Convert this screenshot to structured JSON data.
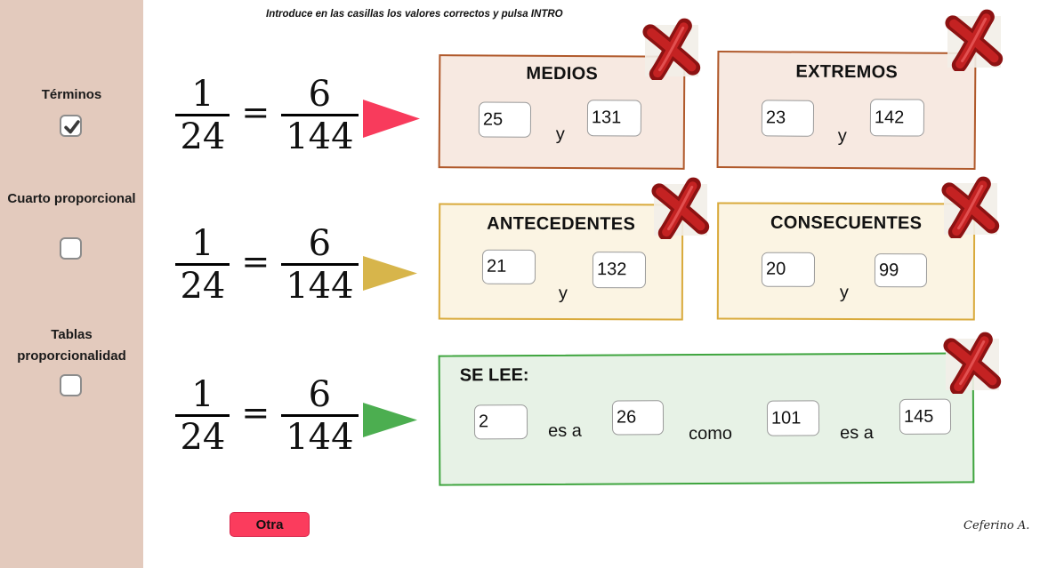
{
  "instruction": "Introduce en las casillas los valores correctos y pulsa INTRO",
  "sidebar": {
    "items": [
      {
        "label": "Términos",
        "checked": true
      },
      {
        "label": "Cuarto proporcional",
        "checked": false
      },
      {
        "label": "Tablas proporcionalidad",
        "checked": false
      }
    ]
  },
  "equation": {
    "num_left": "1",
    "den_left": "24",
    "eq": "=",
    "num_right": "6",
    "den_right": "144"
  },
  "boxes": {
    "medios": {
      "title": "MEDIOS",
      "value1": "25",
      "connector": "y",
      "value2": "131",
      "status": "incorrect"
    },
    "extremos": {
      "title": "EXTREMOS",
      "value1": "23",
      "connector": "y",
      "value2": "142",
      "status": "incorrect"
    },
    "antecedentes": {
      "title": "ANTECEDENTES",
      "value1": "21",
      "connector": "y",
      "value2": "132",
      "status": "incorrect"
    },
    "consecuentes": {
      "title": "CONSECUENTES",
      "value1": "20",
      "connector": "y",
      "value2": "99",
      "status": "incorrect"
    },
    "se_lee": {
      "title": "SE LEE:",
      "value1": "2",
      "connector1": "es a",
      "value2": "26",
      "connector2": "como",
      "value3": "101",
      "connector3": "es a",
      "value4": "145",
      "status": "incorrect"
    }
  },
  "otra_button_label": "Otra",
  "signature": "Ceferino A.",
  "colors": {
    "sidebar_bg": "#e3cabd",
    "terms_box_border": "#b0592b",
    "terms_box_bg": "#f7e9e1",
    "antecedentes_box_border": "#d9aa3c",
    "antecedentes_box_bg": "#fbf4e3",
    "se_lee_box_border": "#3fa53f",
    "se_lee_box_bg": "#e7f2e6",
    "arrow_row1": "#f83b5c",
    "arrow_row2": "#d7b54b",
    "arrow_row3": "#4cae50",
    "otra_button_bg": "#fb3c5d",
    "x_mark_red": "#c42222"
  }
}
